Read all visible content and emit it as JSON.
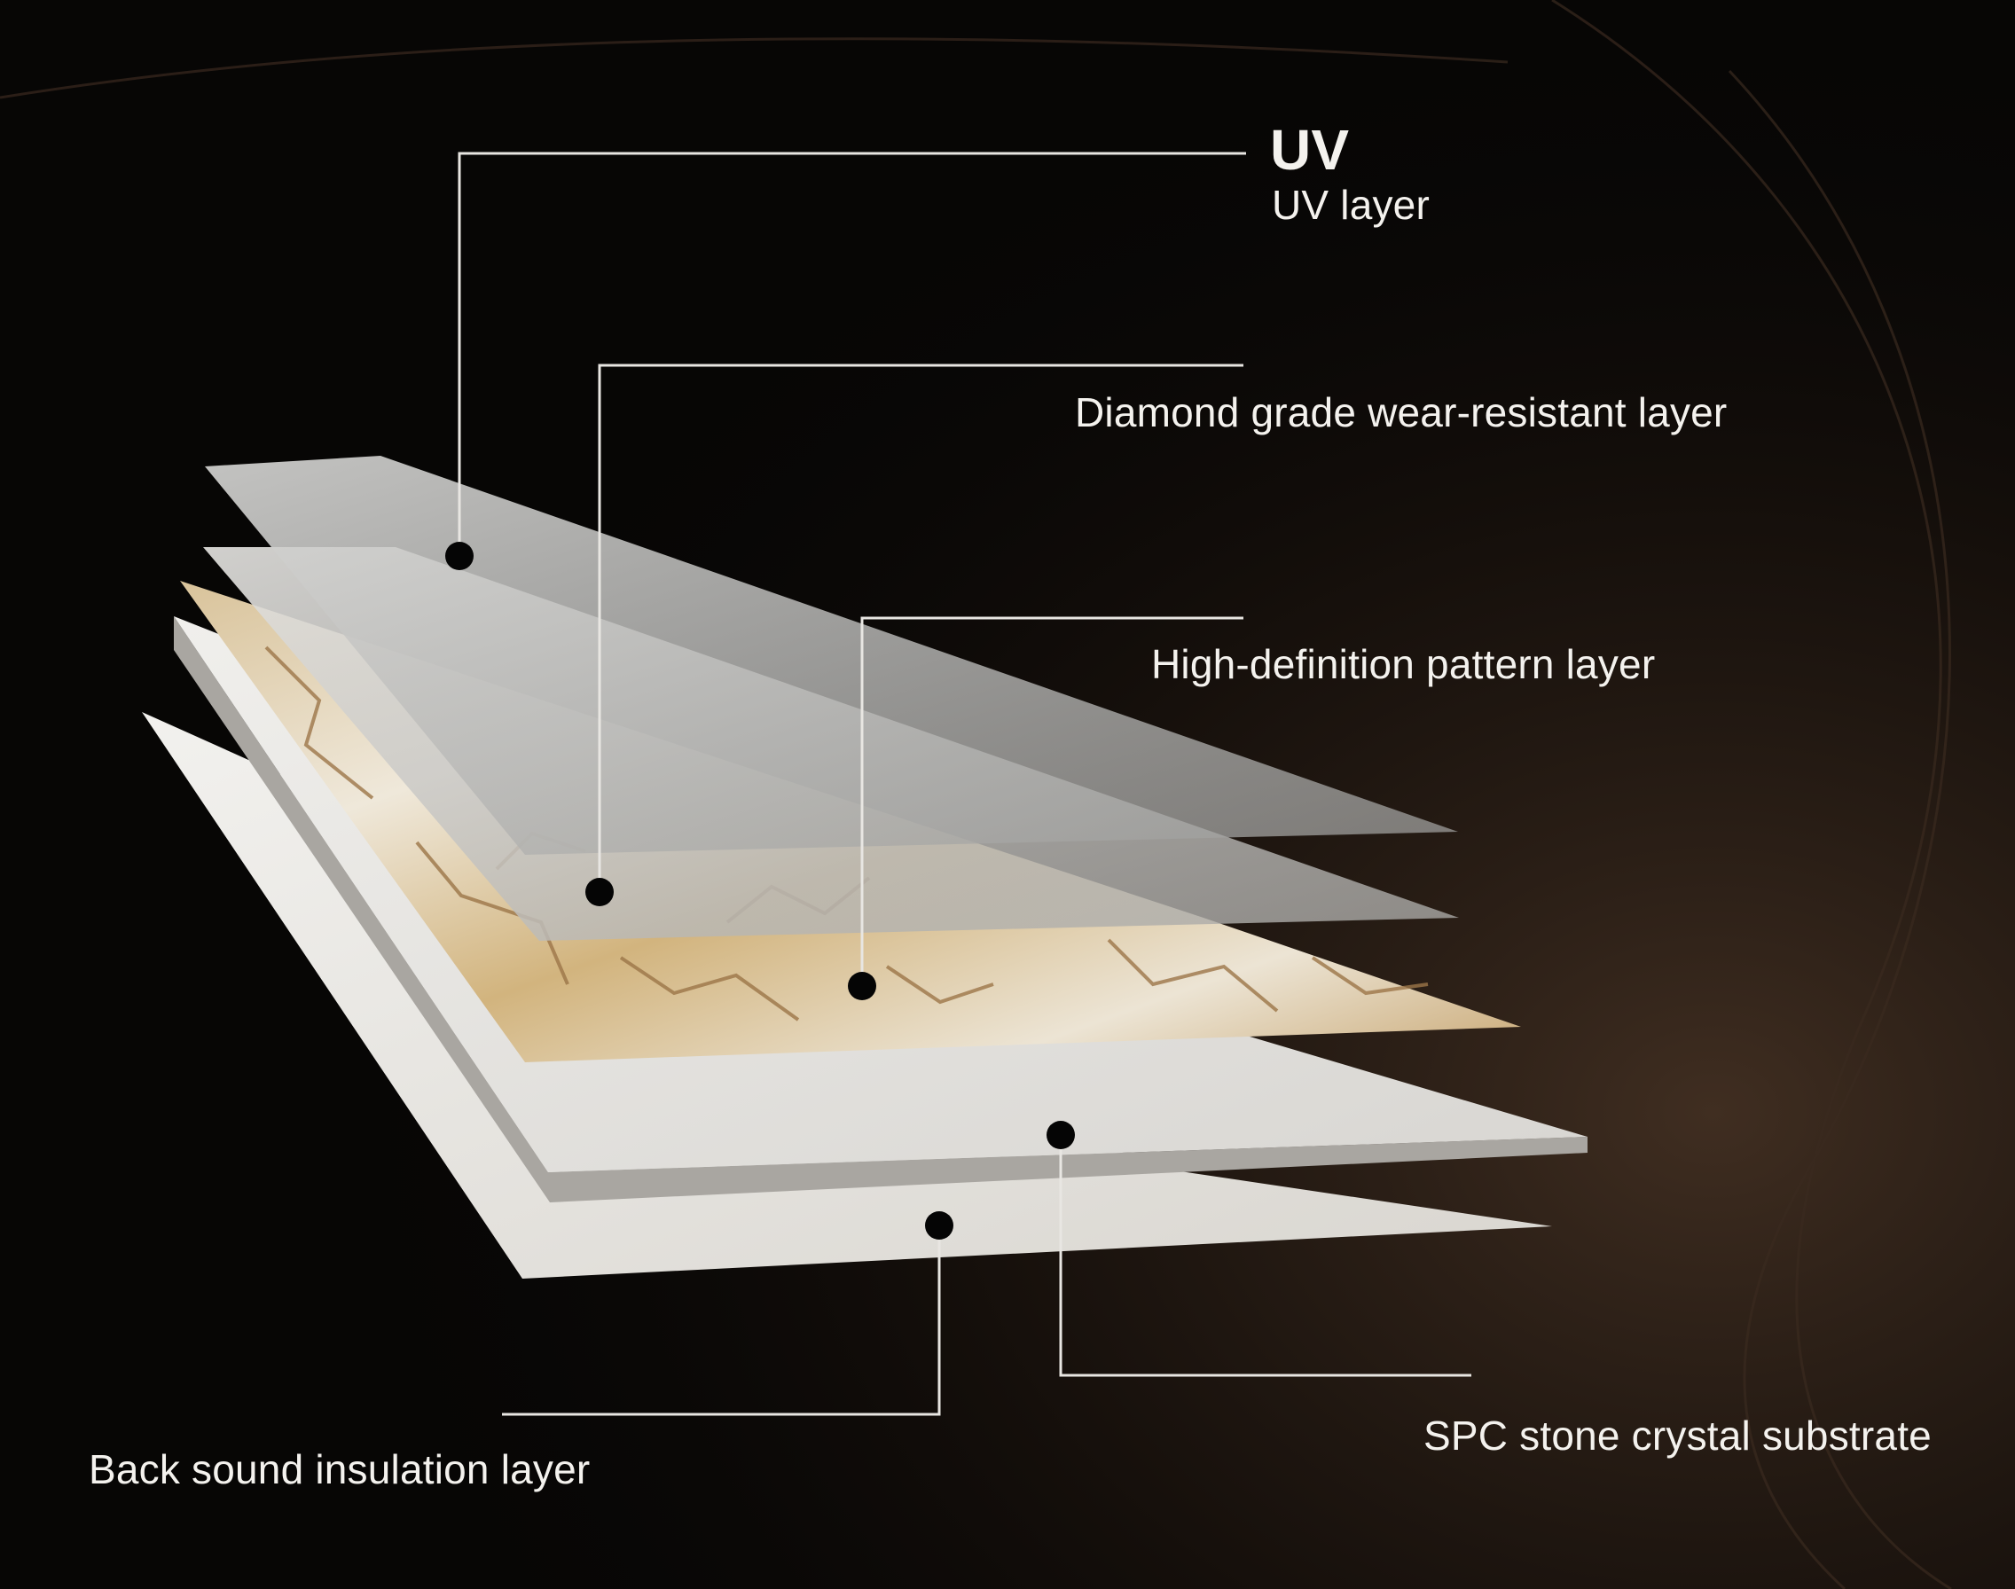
{
  "layers": [
    {
      "id": "uv",
      "title": "UV",
      "label": "UV layer"
    },
    {
      "id": "diamond",
      "label": "Diamond grade wear-resistant layer"
    },
    {
      "id": "pattern",
      "label": "High-definition pattern layer"
    },
    {
      "id": "spc",
      "label": "SPC stone crystal substrate"
    },
    {
      "id": "back",
      "label": "Back sound insulation layer"
    }
  ],
  "colors": {
    "background": "#070605",
    "glow": "#4a3526",
    "leader_line": "#e8e6e2",
    "marker": "#050505",
    "label_text": "#f4f2ee",
    "clear_film": "#c4c4c2",
    "marble_base": "#e6dccb",
    "marble_vein": "#9c7648",
    "substrate_top": "#e4e2dd",
    "substrate_edge": "#a9a6a1"
  }
}
